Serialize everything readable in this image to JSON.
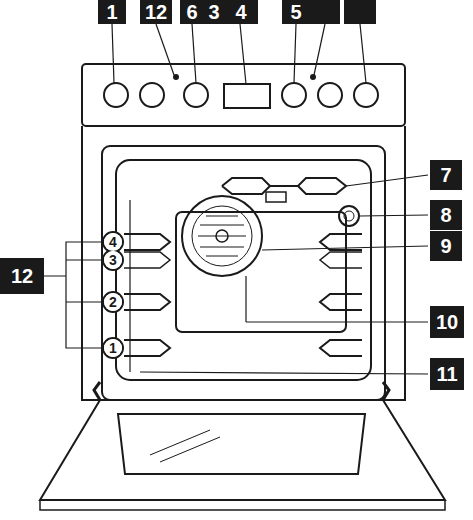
{
  "diagram": {
    "labels": [
      "1",
      "12",
      "6",
      "3",
      "4",
      "5",
      "7",
      "8",
      "9",
      "10",
      "11",
      "12",
      "4",
      "3",
      "2",
      "1"
    ]
  }
}
